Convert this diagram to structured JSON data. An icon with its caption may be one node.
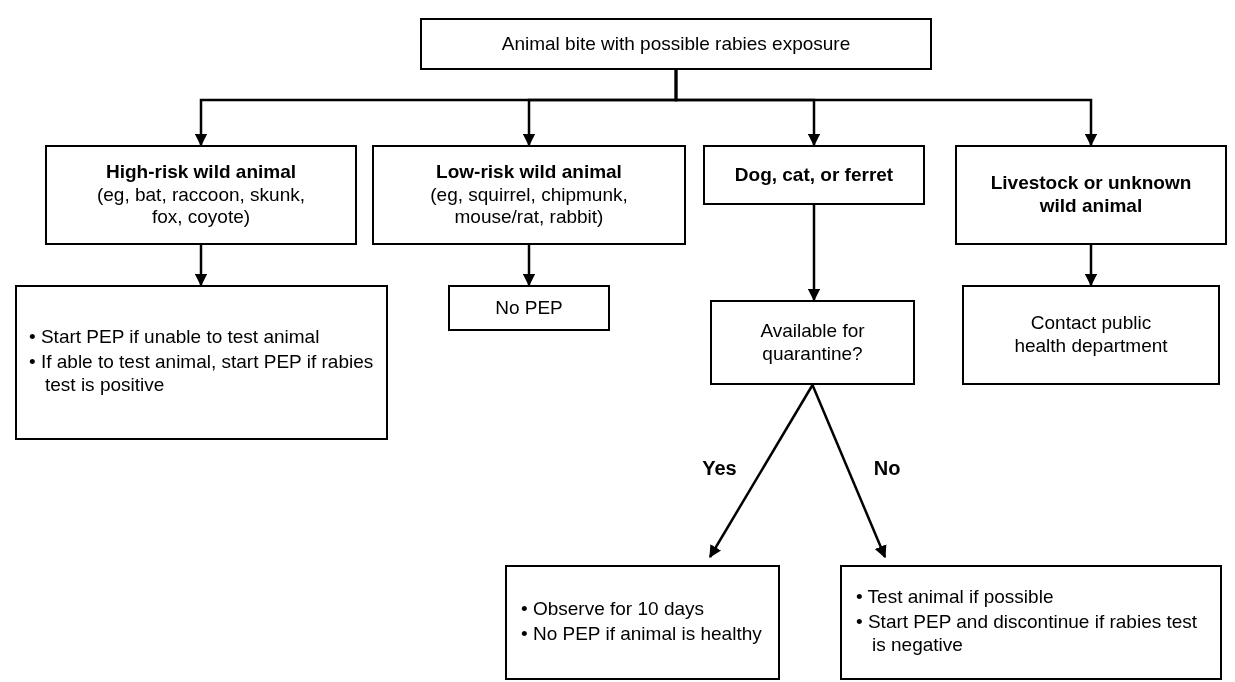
{
  "diagram": {
    "nodes": [
      {
        "text": [
          "Animal bite with possible rabies exposure"
        ]
      },
      {
        "text": [
          "High-risk wild animal",
          "(eg, bat, raccoon, skunk, fox, coyote)"
        ]
      },
      {
        "text": [
          "Low-risk wild animal",
          "(eg, squirrel, chipmunk, mouse/rat, rabbit)"
        ]
      },
      {
        "text": [
          "Dog, cat, or ferret"
        ]
      },
      {
        "text": [
          "Livestock or unknown wild animal"
        ]
      },
      {
        "text": [
          "• Start PEP if unable to test animal",
          "• If able to test animal, start PEP if rabies test is positive"
        ]
      },
      {
        "text": [
          "No PEP"
        ]
      },
      {
        "text": [
          "Available for quarantine?"
        ]
      },
      {
        "text": [
          "Contact public health department"
        ]
      },
      {
        "text": [
          "• Observe for 10 days",
          "• No PEP if animal is healthy"
        ]
      },
      {
        "text": [
          "• Test animal if possible",
          "• Start PEP and discontinue if rabies test is negative"
        ]
      }
    ],
    "edges": [
      {
        "from": 0,
        "to": 1,
        "arrow": "to"
      },
      {
        "from": 0,
        "to": 2,
        "arrow": "to"
      },
      {
        "from": 0,
        "to": 3,
        "arrow": "to"
      },
      {
        "from": 0,
        "to": 4,
        "arrow": "to"
      },
      {
        "from": 1,
        "to": 5,
        "arrow": "to"
      },
      {
        "from": 2,
        "to": 6,
        "arrow": "to"
      },
      {
        "from": 3,
        "to": 7,
        "arrow": "to"
      },
      {
        "from": 4,
        "to": 8,
        "arrow": "to"
      },
      {
        "from": 7,
        "to": 9,
        "arrow": "to",
        "label": "Yes"
      },
      {
        "from": 7,
        "to": 10,
        "arrow": "to",
        "label": "No"
      }
    ]
  }
}
